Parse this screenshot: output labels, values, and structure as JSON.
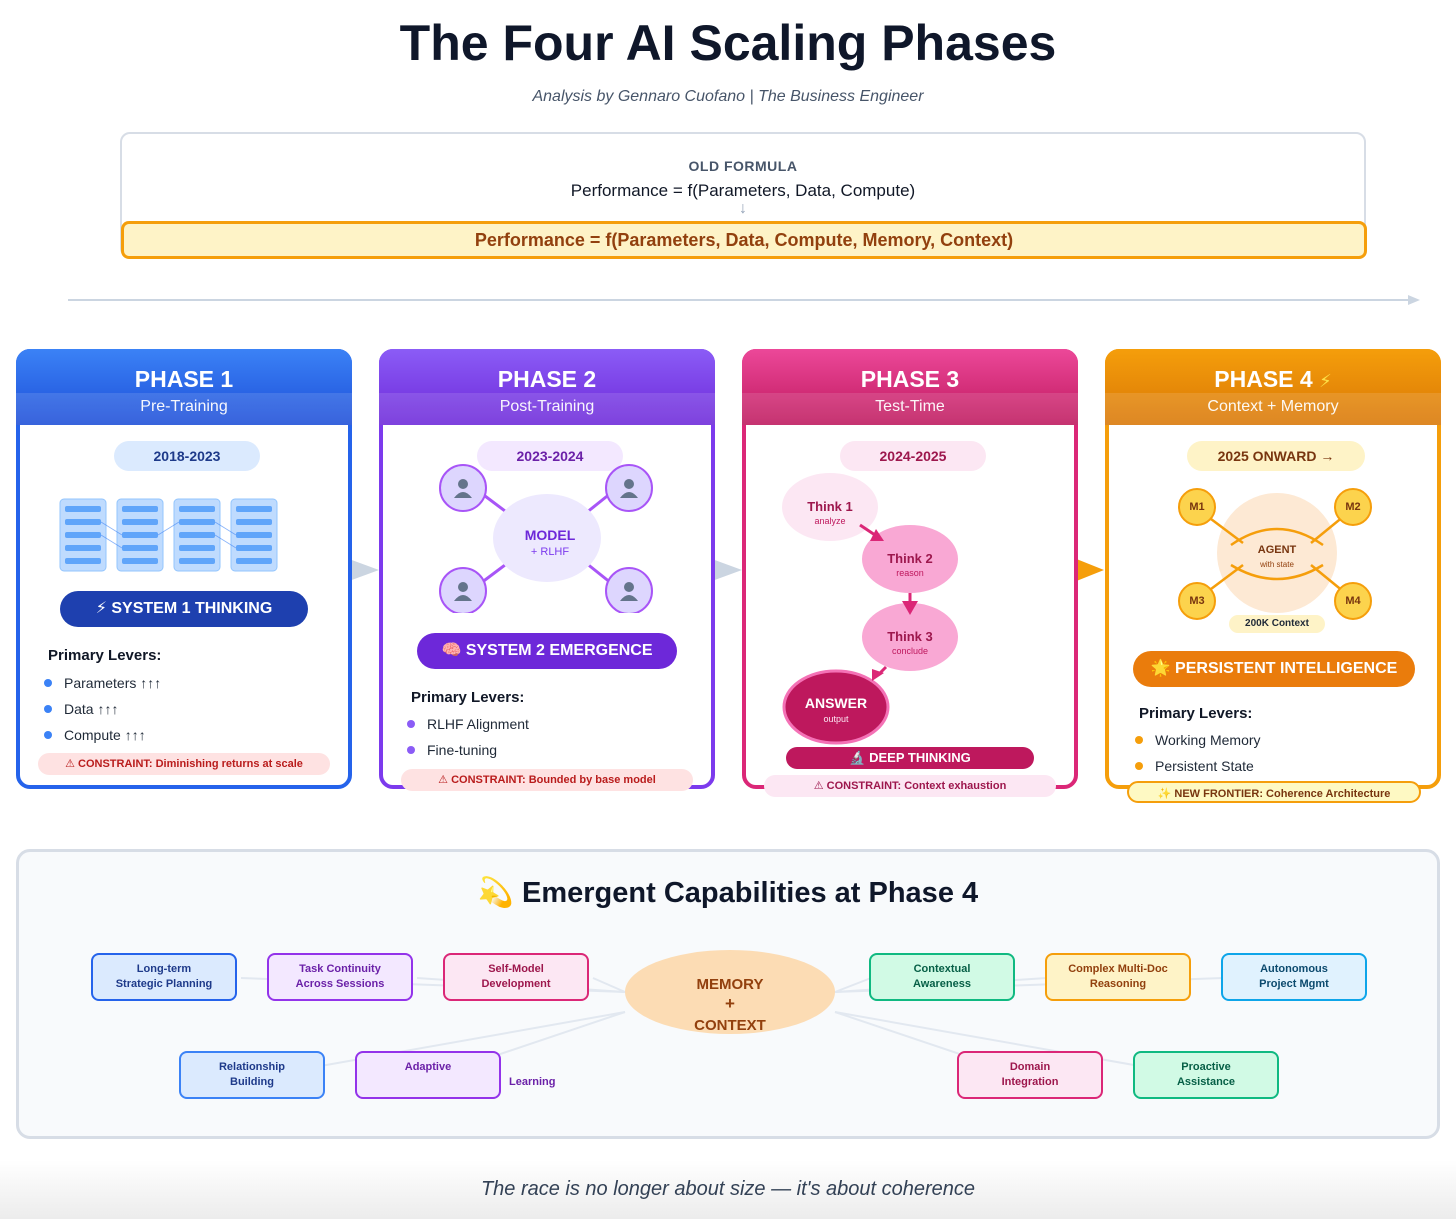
{
  "title": "The Four AI Scaling Phases",
  "subtitle": "Analysis by Gennaro Cuofano | The Business Engineer",
  "formula": {
    "old_label": "OLD FORMULA",
    "old": "Performance = f(Parameters, Data, Compute)",
    "arrow": "↓",
    "new": "Performance = f(Parameters, Data, Compute, Memory, Context)"
  },
  "colors": {
    "phase1": "#1d4ed8",
    "phase2": "#7c3aed",
    "phase3": "#db2777",
    "phase4": "#ea8a0c"
  },
  "phases": [
    {
      "title": "PHASE 1",
      "subtitle": "Pre-Training",
      "era": "2018-2023",
      "pill": "⚡ SYSTEM 1 THINKING",
      "levers_title": "Primary Levers:",
      "levers": [
        "Parameters ↑↑↑",
        "Data ↑↑↑",
        "Compute ↑↑↑"
      ],
      "constraint": "⚠ CONSTRAINT: Diminishing returns at scale"
    },
    {
      "title": "PHASE 2",
      "subtitle": "Post-Training",
      "era": "2023-2024",
      "model_label": "MODEL",
      "model_sub": "+ RLHF",
      "pill": "🧠 SYSTEM 2 EMERGENCE",
      "levers_title": "Primary Levers:",
      "levers": [
        "RLHF Alignment",
        "Fine-tuning"
      ],
      "constraint": "⚠ CONSTRAINT: Bounded by base model"
    },
    {
      "title": "PHASE 3",
      "subtitle": "Test-Time",
      "era": "2024-2025",
      "steps": [
        {
          "label": "Think 1",
          "sub": "analyze"
        },
        {
          "label": "Think 2",
          "sub": "reason"
        },
        {
          "label": "Think 3",
          "sub": "conclude"
        },
        {
          "label": "ANSWER",
          "sub": "output"
        }
      ],
      "pill": "🔬 DEEP THINKING",
      "constraint": "⚠ CONSTRAINT: Context exhaustion"
    },
    {
      "title": "PHASE 4",
      "title_icon": "⚡",
      "subtitle": "Context + Memory",
      "era": "2025 ONWARD →",
      "agent_label": "AGENT",
      "agent_sub": "with state",
      "memories": [
        "M1",
        "M2",
        "M3",
        "M4"
      ],
      "context_label": "200K Context",
      "pill": "🌟 PERSISTENT INTELLIGENCE",
      "levers_title": "Primary Levers:",
      "levers": [
        "Working Memory",
        "Persistent State"
      ],
      "frontier": "✨ NEW FRONTIER: Coherence Architecture"
    }
  ],
  "emergent": {
    "title_icon": "💫",
    "title": "Emergent Capabilities at Phase 4",
    "center": [
      "MEMORY",
      "+",
      "CONTEXT"
    ],
    "capabilities": [
      {
        "label": "Long-term\nStrategic Planning",
        "color": "#2563eb",
        "bg": "#dbeafe",
        "fg": "#1e3a8a"
      },
      {
        "label": "Task Continuity\nAcross Sessions",
        "color": "#9333ea",
        "bg": "#f3e8ff",
        "fg": "#6b21a8"
      },
      {
        "label": "Self-Model\nDevelopment",
        "color": "#db2777",
        "bg": "#fce7f3",
        "fg": "#9d174d"
      },
      {
        "label": "Contextual\nAwareness",
        "color": "#10b981",
        "bg": "#d1fae5",
        "fg": "#065f46"
      },
      {
        "label": "Complex Multi-Doc\nReasoning",
        "color": "#f59e0b",
        "bg": "#fef3c7",
        "fg": "#92400e"
      },
      {
        "label": "Autonomous\nProject Mgmt",
        "color": "#0ea5e9",
        "bg": "#e0f2fe",
        "fg": "#0c4a6e"
      },
      {
        "label": "Relationship\nBuilding",
        "color": "#3b82f6",
        "bg": "#dbeafe",
        "fg": "#1e3a8a"
      },
      {
        "label": "Adaptive",
        "color": "#9333ea",
        "bg": "#f3e8ff",
        "fg": "#6b21a8"
      },
      {
        "label": "Domain\nIntegration",
        "color": "#db2777",
        "bg": "#fce7f3",
        "fg": "#9d174d"
      },
      {
        "label": "Proactive\nAssistance",
        "color": "#10b981",
        "bg": "#d1fae5",
        "fg": "#065f46"
      }
    ],
    "adaptive_suffix": "Learning"
  },
  "footer": "The race is no longer about size — it's about coherence"
}
